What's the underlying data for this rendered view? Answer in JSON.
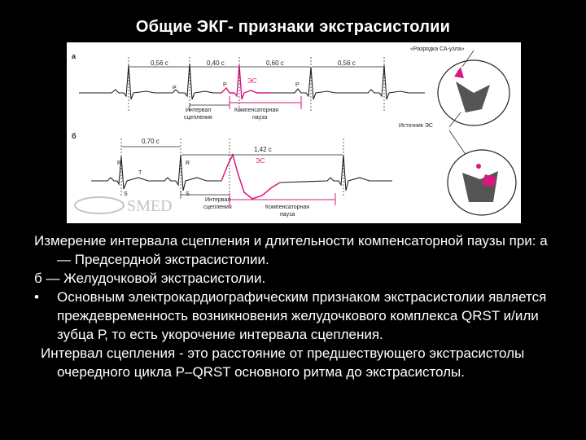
{
  "title": "Общие ЭКГ- признаки экстрасистолии",
  "figure": {
    "panel_a_label": "а",
    "panel_b_label": "б",
    "a_intervals": [
      "0,56 с",
      "0,40 с",
      "0,60 с",
      "0,56 с"
    ],
    "a_es_label": "ЭС",
    "a_wave_labels": [
      "Р",
      "Р",
      "Р"
    ],
    "a_coupling_label_line1": "Интервал",
    "a_coupling_label_line2": "сцепления",
    "a_comp_label_line1": "Компенсаторная",
    "a_comp_label_line2": "пауза",
    "top_right_label": "«Разрядка СА-узла»",
    "source_label": "Источник ЭС",
    "b_intervals": [
      "0,70 с",
      "1,42 с"
    ],
    "b_es_label": "ЭС",
    "b_wave_labels": [
      "R",
      "T",
      "R",
      "S",
      "S"
    ],
    "b_coupling_label_line1": "Интервал",
    "b_coupling_label_line2": "сцепления",
    "b_comp_label_line1": "Компенсаторная",
    "b_comp_label_line2": "пауза",
    "watermark": "SMED",
    "accent_color": "#d6187f"
  },
  "body": {
    "para1": "Измерение интервала сцепления и длительности компенсаторной паузы при: а — Предсердной экстрасистолии.",
    "para2": "б — Желудочковой экстрасистолии.",
    "bullet_char": "•",
    "bullet_text": "Основным электрокардиографическим признаком экстрасистолии является преждевременность возникновения желудочкового комплекса QRST и/или зубца Р, то есть укорочение интервала сцепления.",
    "para3": "Интервал сцепления - это расстояние от предшествующего экстрасистолы очередного цикла Р–QRST основного ритма до экстрасистолы."
  }
}
